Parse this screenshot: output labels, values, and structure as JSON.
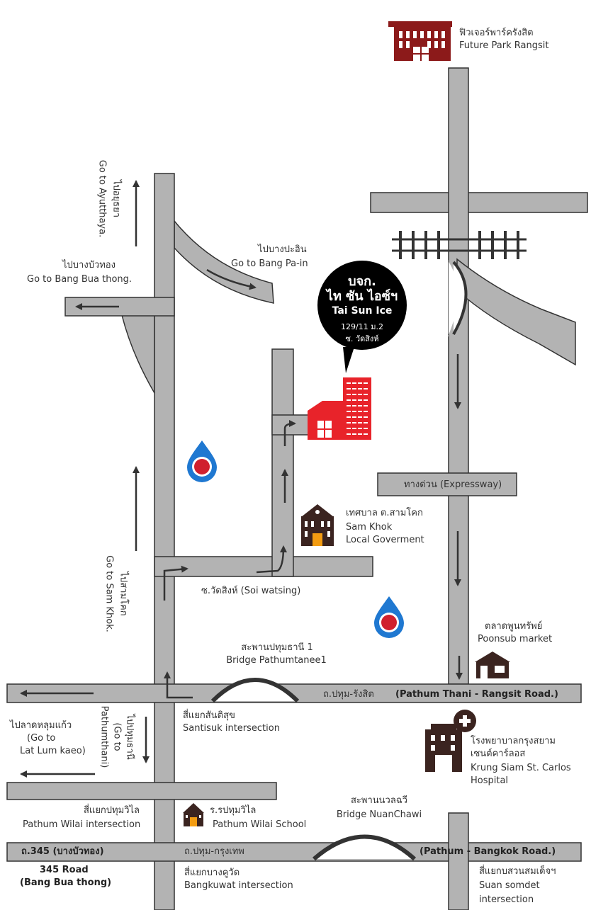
{
  "colors": {
    "road": "#b3b3b3",
    "road_edge": "#333333",
    "factory": "#e8232a",
    "building": "#3b2420",
    "landmark_red": "#8c1a1a",
    "ptt_blue": "#1f78d1",
    "ptt_red": "#d0202e"
  },
  "company": {
    "thai_line1": "บจก.",
    "thai_line2": "ไท ซัน ไอซ์ฯ",
    "english": "Tai Sun Ice",
    "address": "129/11 ม.2",
    "soi": "ซ. วัดสิงห์"
  },
  "landmarks": {
    "future_park": {
      "thai": "ฟิวเจอร์พาร์ครังสิต",
      "english": "Future Park Rangsit"
    },
    "sam_khok_gov": {
      "thai": "เทศบาล ต.สามโคก",
      "english_1": "Sam Khok",
      "english_2": "Local Goverment"
    },
    "poonsub": {
      "thai": "ตลาดพูนทรัพย์",
      "english": "Poonsub market"
    },
    "hospital": {
      "thai_1": "โรงพยาบาลกรุงสยาม",
      "thai_2": "เซนต์คาร์ลอส",
      "english_1": "Krung Siam St. Carlos",
      "english_2": "Hospital"
    },
    "school": {
      "thai": "ร.รปทุมวิไล",
      "english": "Pathum Wilai School"
    }
  },
  "roads": {
    "expressway": "ทางด่วน (Expressway)",
    "soi_watsing": "ซ.วัดสิงห์  (Soi watsing)",
    "pathum_rangsit_thai": "ถ.ปทุม-รังสิต",
    "pathum_rangsit_en": "(Pathum Thani - Rangsit Road.)",
    "road345_thai": "ถ.345 (บางบัวทอง)",
    "road345_en_1": "345 Road",
    "road345_en_2": "(Bang Bua thong)",
    "pathum_bkk_thai": "ถ.ปทุม-กรุงเทพ",
    "pathum_bkk_en": "(Pathum - Bangkok Road.)"
  },
  "bridges": {
    "pathumtanee": {
      "thai": "สะพานปทุมธานี 1",
      "english": "Bridge Pathumtanee1"
    },
    "nuanchawi": {
      "thai": "สะพานนวลฉวี",
      "english": "Bridge NuanChawi"
    }
  },
  "intersections": {
    "santisuk": {
      "thai": "สี่แยกสันติสุข",
      "english": "Santisuk intersection"
    },
    "pathum_wilai": {
      "thai": "สี่แยกปทุมวิไล",
      "english": "Pathum Wilai intersection"
    },
    "bangkuwat": {
      "thai": "สี่แยกบางคูวัด",
      "english": "Bangkuwat intersection"
    },
    "suan_somdet": {
      "thai": "สี่แยกบสวนสมเด็จฯ",
      "english_1": "Suan somdet",
      "english_2": "intersection"
    }
  },
  "directions": {
    "ayutthaya": {
      "thai": "ไปอยุธยา",
      "english": "Go to Ayutthaya."
    },
    "bang_bua_thong": {
      "thai": "ไปบางบัวทอง",
      "english": "Go to Bang Bua thong."
    },
    "bang_pa_in": {
      "thai": "ไปบางปะอิน",
      "english": "Go to Bang Pa-in"
    },
    "sam_khok": {
      "thai": "ไปสามโคก",
      "english": "Go to Sam Khok."
    },
    "pathumthani": {
      "thai": "ไปปทุมธานี",
      "english_1": "(Go to",
      "english_2": "Pathumthani)"
    },
    "lat_lum_kaeo": {
      "thai": "ไปลาดหลุมแก้ว",
      "english_1": "(Go to",
      "english_2": "Lat Lum kaeo)"
    }
  }
}
